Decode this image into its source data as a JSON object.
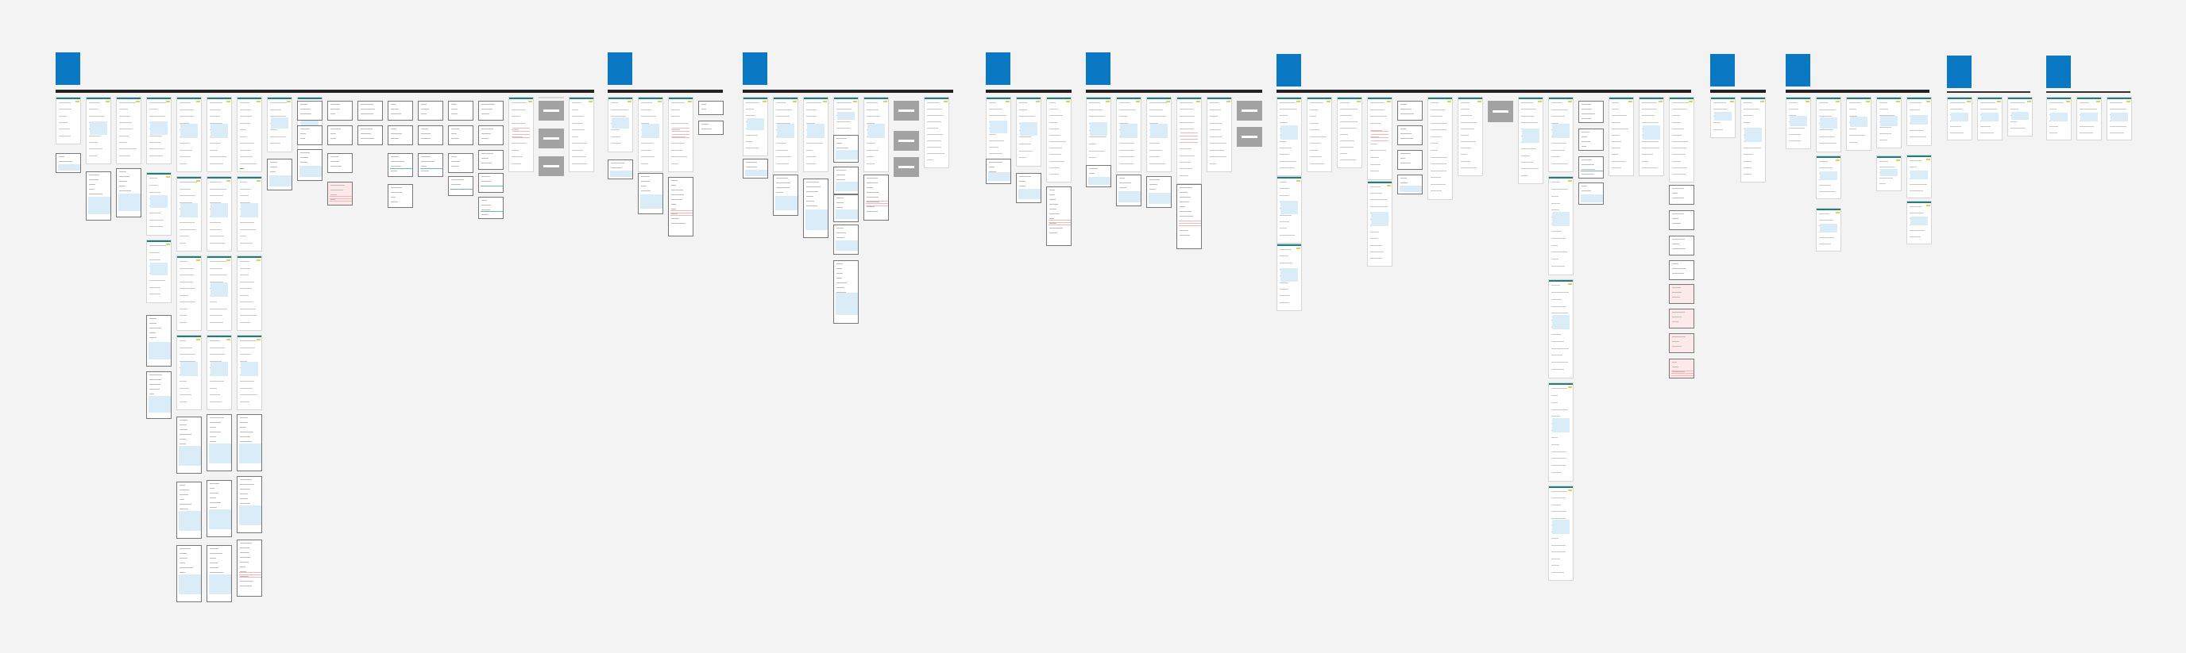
{
  "canvas": {
    "background": "#f3f3f3",
    "accent_blue": "#0a78c2",
    "header_teal": "#1a7f80",
    "section_bar": "#222222",
    "modal_gray": "#a3a3a3"
  },
  "sections": [
    {
      "id": "s1",
      "title": ""
    },
    {
      "id": "s2",
      "title": ""
    },
    {
      "id": "s3",
      "title": ""
    },
    {
      "id": "s4",
      "title": ""
    },
    {
      "id": "s5",
      "title": ""
    },
    {
      "id": "s6",
      "title": ""
    },
    {
      "id": "s7",
      "title": ""
    },
    {
      "id": "s8",
      "title": ""
    },
    {
      "id": "s9",
      "title": ""
    },
    {
      "id": "s10",
      "title": ""
    }
  ]
}
